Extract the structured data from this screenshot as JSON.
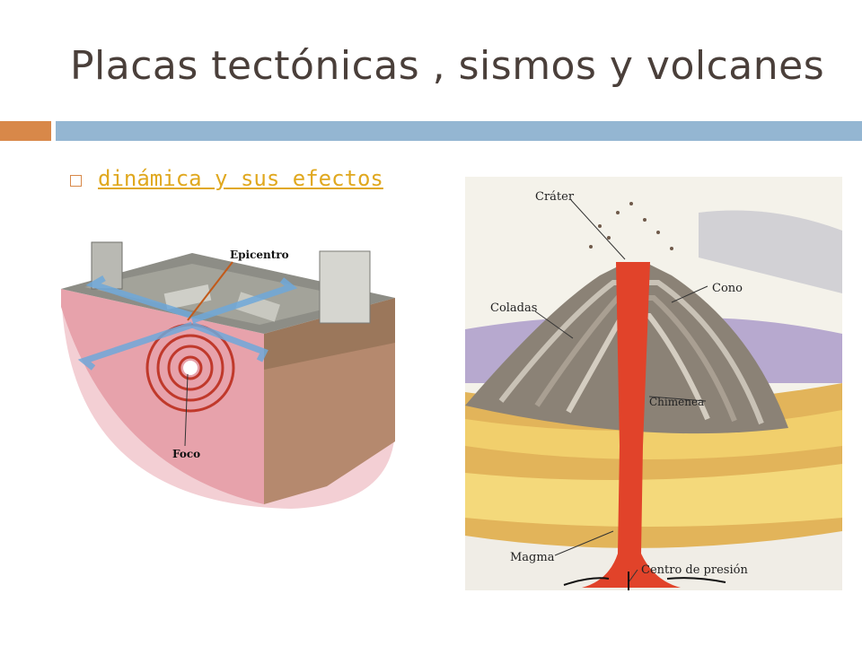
{
  "slide": {
    "title": "Placas tectónicas , sismos y volcanes",
    "bullet_link": "dinámica y sus efectos"
  },
  "earthquake_diagram": {
    "labels": {
      "epicenter": "Epicentro",
      "focus": "Foco"
    }
  },
  "volcano_diagram": {
    "labels": {
      "crater": "Cráter",
      "cone": "Cono",
      "lava_flows": "Coladas",
      "chimney": "Chimenea",
      "magma": "Magma",
      "pressure_center": "Centro de presión"
    }
  },
  "colors": {
    "title": "#4a3f3a",
    "accent_orange": "#d88849",
    "accent_blue": "#94b6d2",
    "link": "#e0a81f"
  }
}
